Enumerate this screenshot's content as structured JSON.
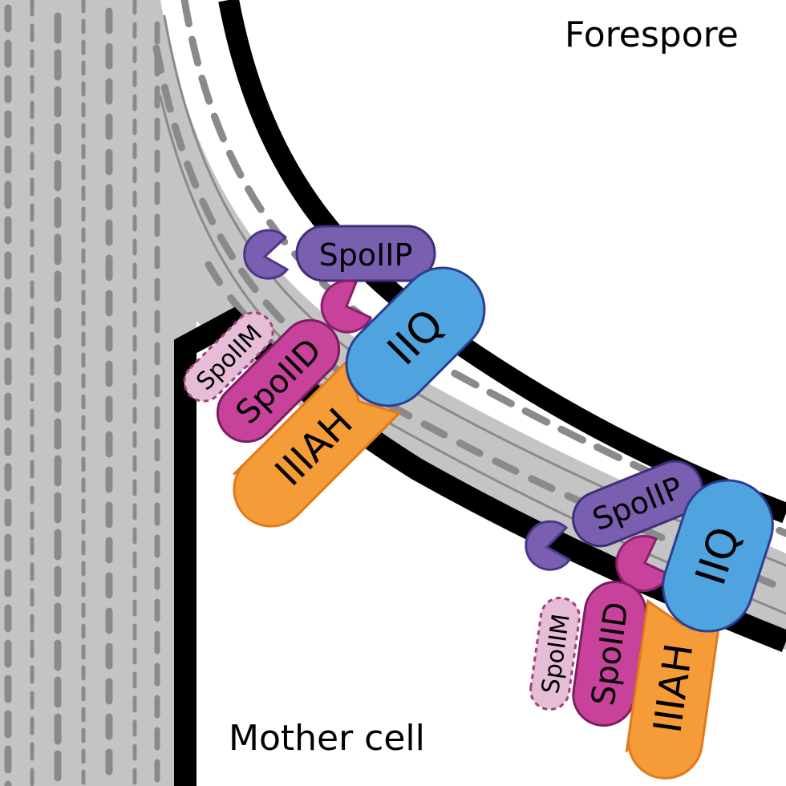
{
  "labels": {
    "forespore": "Forespore",
    "mother_cell": "Mother cell"
  },
  "complexes": [
    {
      "spoiip": "SpoIIP",
      "iiq": "IIQ",
      "spoiid": "SpoIID",
      "iiiah": "IIIAH",
      "spoiim": "SpoIIM"
    },
    {
      "spoiip": "SpoIIP",
      "iiq": "IIQ",
      "spoiid": "SpoIID",
      "iiiah": "IIIAH",
      "spoiim": "SpoIIM"
    }
  ],
  "colors": {
    "wall": "#c4c4c4",
    "dash": "#8a8a8a",
    "membrane": "#000000",
    "spoiip": "#7a5fb0",
    "spoiid": "#c8419a",
    "spoiim": "#e6bdd6",
    "iiq": "#4fa3de",
    "iiiah": "#f59b38"
  }
}
